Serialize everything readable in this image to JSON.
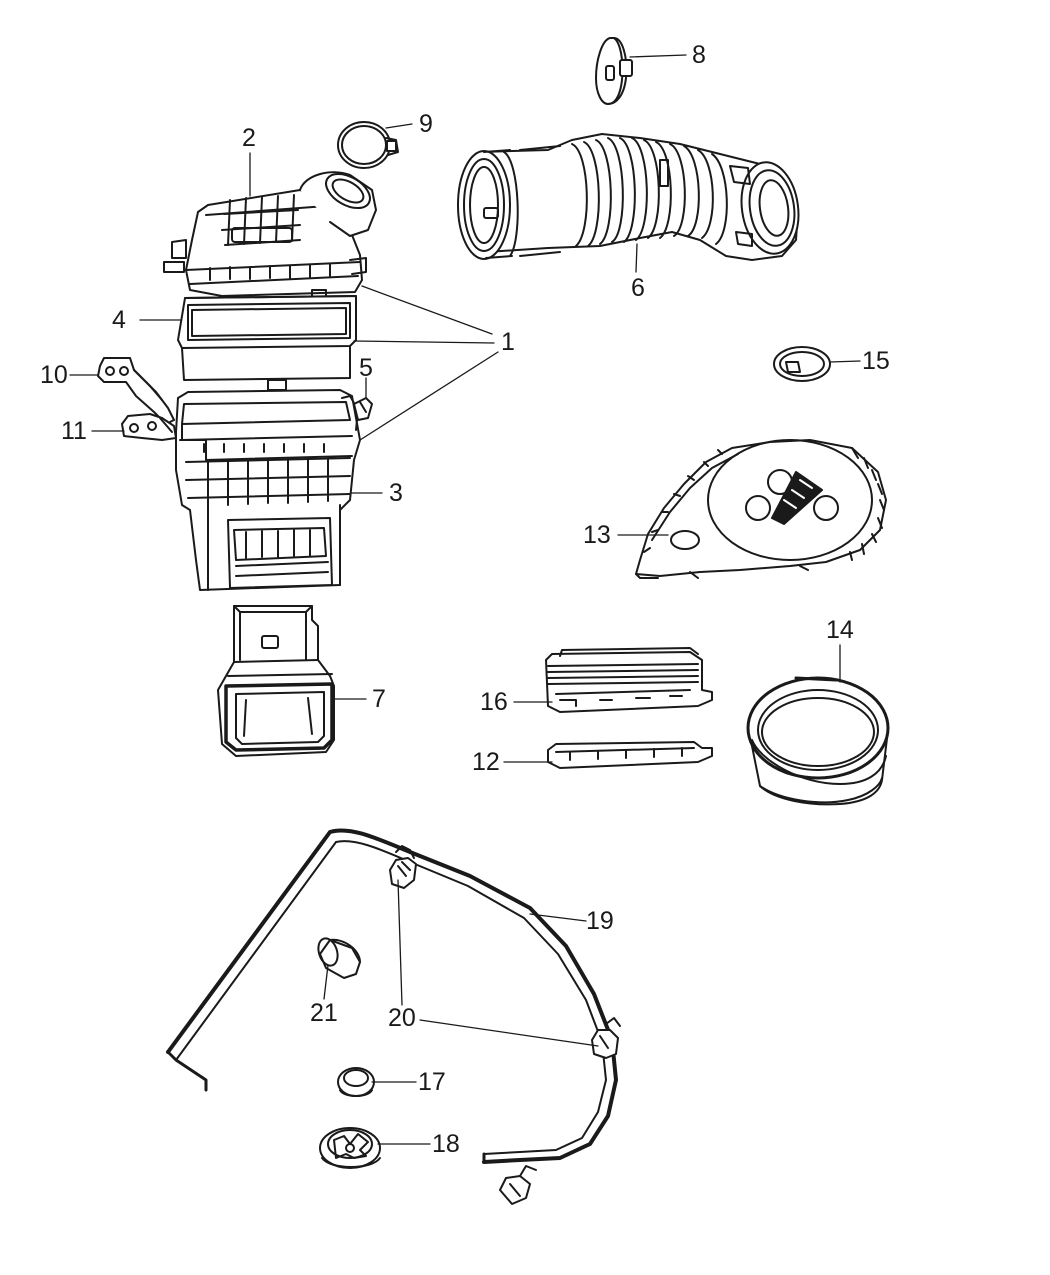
{
  "diagram": {
    "parts": [
      {
        "callout": "1",
        "icon": "air-cleaner-assembly-icon"
      },
      {
        "callout": "2",
        "icon": "air-box-cover-icon"
      },
      {
        "callout": "3",
        "icon": "air-box-housing-icon"
      },
      {
        "callout": "4",
        "icon": "air-filter-element-icon"
      },
      {
        "callout": "5",
        "icon": "clip-icon"
      },
      {
        "callout": "6",
        "icon": "intake-hose-icon"
      },
      {
        "callout": "7",
        "icon": "air-inlet-duct-icon"
      },
      {
        "callout": "8",
        "icon": "hose-clamp-icon"
      },
      {
        "callout": "9",
        "icon": "hose-clamp-icon"
      },
      {
        "callout": "10",
        "icon": "mounting-bracket-icon"
      },
      {
        "callout": "11",
        "icon": "mounting-bracket-icon"
      },
      {
        "callout": "12",
        "icon": "seal-strip-icon"
      },
      {
        "callout": "13",
        "icon": "baffle-plate-icon"
      },
      {
        "callout": "14",
        "icon": "seal-ring-icon"
      },
      {
        "callout": "15",
        "icon": "plug-icon"
      },
      {
        "callout": "16",
        "icon": "seal-strip-icon"
      },
      {
        "callout": "17",
        "icon": "grommet-icon"
      },
      {
        "callout": "18",
        "icon": "grommet-icon"
      },
      {
        "callout": "19",
        "icon": "seal-strip-icon"
      },
      {
        "callout": "20",
        "icon": "clip-icon"
      },
      {
        "callout": "21",
        "icon": "bushing-icon"
      }
    ]
  }
}
